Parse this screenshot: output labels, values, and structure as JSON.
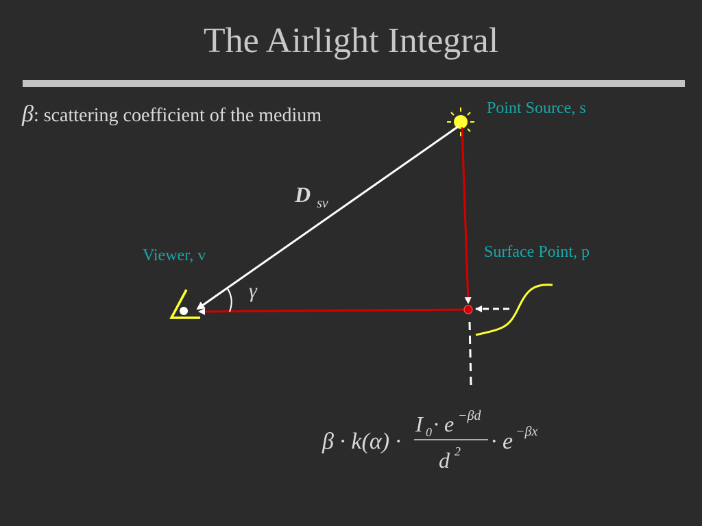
{
  "title": "The Airlight Integral",
  "definition": {
    "symbol": "β",
    "text": ": scattering coefficient of the medium"
  },
  "labels": {
    "source": "Point Source, s",
    "viewer": "Viewer, v",
    "surface": "Surface Point, p",
    "distance_main": "D",
    "distance_sub": "sv",
    "angle": "γ"
  },
  "formula": {
    "lead": "β · k(α) ·",
    "num_I": "I",
    "num_I_sub": "0",
    "num_mid": " · e",
    "num_exp": "−βd",
    "den": "d",
    "den_exp": "2",
    "tail": "· e",
    "tail_exp": "−βx"
  },
  "colors": {
    "background": "#2b2b2b",
    "label": "#1aa6a6",
    "ray_red": "#d40000",
    "ray_white": "#ffffff",
    "highlight": "#ffff33"
  }
}
